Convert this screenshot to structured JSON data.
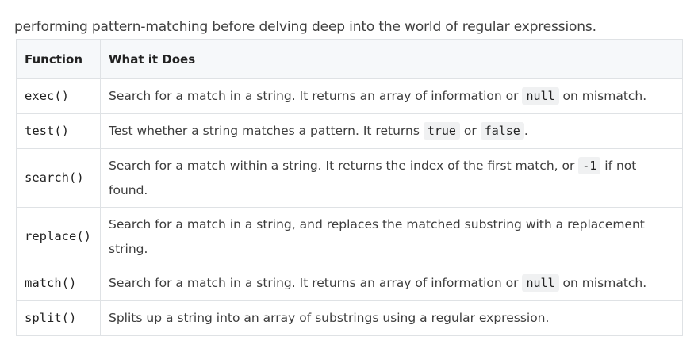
{
  "intro_text": "performing pattern-matching before delving deep into the world of regular expressions.",
  "table": {
    "headers": [
      "Function",
      "What it Does"
    ],
    "rows": [
      {
        "function": "exec()",
        "desc_before": "Search for a match in a string. It returns an array of information or ",
        "code1": "null",
        "desc_middle": " on mismatch.",
        "code2": "",
        "desc_after": ""
      },
      {
        "function": "test()",
        "desc_before": "Test whether a string matches a pattern. It returns ",
        "code1": "true",
        "desc_middle": " or ",
        "code2": "false",
        "desc_after": "."
      },
      {
        "function": "search()",
        "desc_before": "Search for a match within a string. It returns the index of the first match, or ",
        "code1": "-1",
        "desc_middle": " if not found.",
        "code2": "",
        "desc_after": ""
      },
      {
        "function": "replace()",
        "desc_before": "Search for a match in a string, and replaces the matched substring with a replacement string.",
        "code1": "",
        "desc_middle": "",
        "code2": "",
        "desc_after": ""
      },
      {
        "function": "match()",
        "desc_before": "Search for a match in a string. It returns an array of information or ",
        "code1": "null",
        "desc_middle": " on mismatch.",
        "code2": "",
        "desc_after": ""
      },
      {
        "function": "split()",
        "desc_before": "Splits up a string into an array of substrings using a regular expression.",
        "code1": "",
        "desc_middle": "",
        "code2": "",
        "desc_after": ""
      }
    ]
  }
}
